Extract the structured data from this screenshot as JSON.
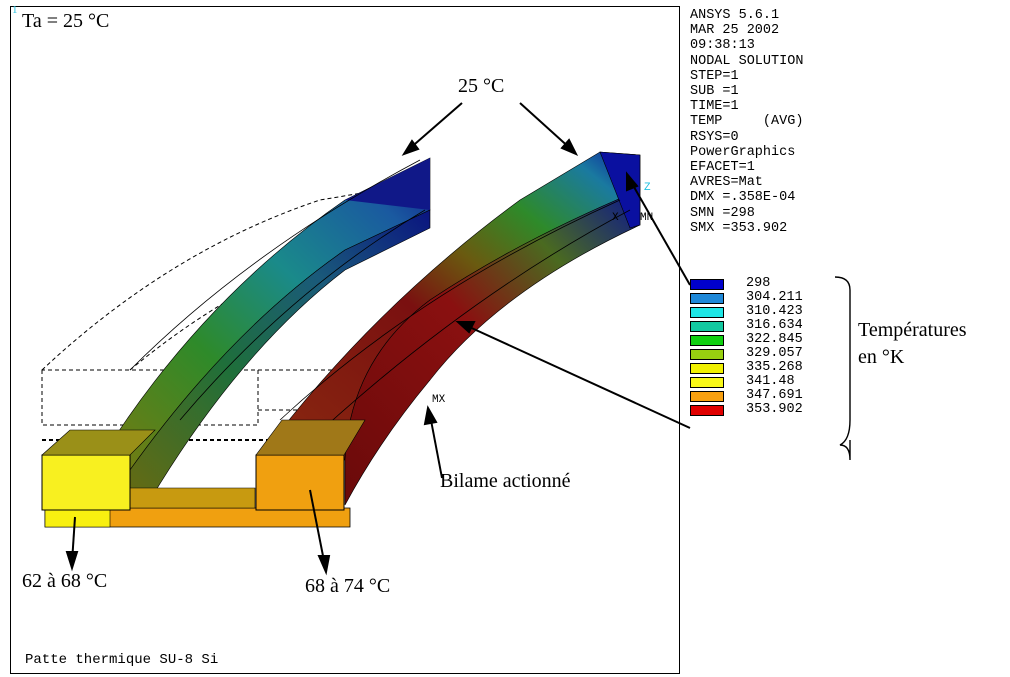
{
  "window": {
    "index_marker": "1",
    "caption": "Patte thermique SU-8 Si"
  },
  "annotations": {
    "ambient": "Ta = 25 °C",
    "top": "25 °C",
    "left_pad": "62 à 68 °C",
    "right_pad": "68 à 74 °C",
    "bilame": "Bilame actionné",
    "legend_title_1": "Températures",
    "legend_title_2": "en °K"
  },
  "solver_info": {
    "lines": [
      "ANSYS 5.6.1",
      "MAR 25 2002",
      "09:38:13",
      "NODAL SOLUTION",
      "STEP=1",
      "SUB =1",
      "TIME=1",
      "TEMP     (AVG)",
      "RSYS=0",
      "PowerGraphics",
      "EFACET=1",
      "AVRES=Mat",
      "DMX =.358E-04",
      "SMN =298",
      "SMX =353.902"
    ]
  },
  "triad": {
    "z": "Z",
    "x": "X",
    "mn": "MN",
    "mx": "MX"
  },
  "legend": {
    "values": [
      "298",
      "304.211",
      "310.423",
      "316.634",
      "322.845",
      "329.057",
      "335.268",
      "341.48",
      "347.691",
      "353.902"
    ],
    "colors": [
      "#0000cc",
      "#1e88d8",
      "#1ee6e6",
      "#12c8a0",
      "#10d010",
      "#98d010",
      "#f0f000",
      "#f8f818",
      "#f8a010",
      "#e00000"
    ]
  }
}
